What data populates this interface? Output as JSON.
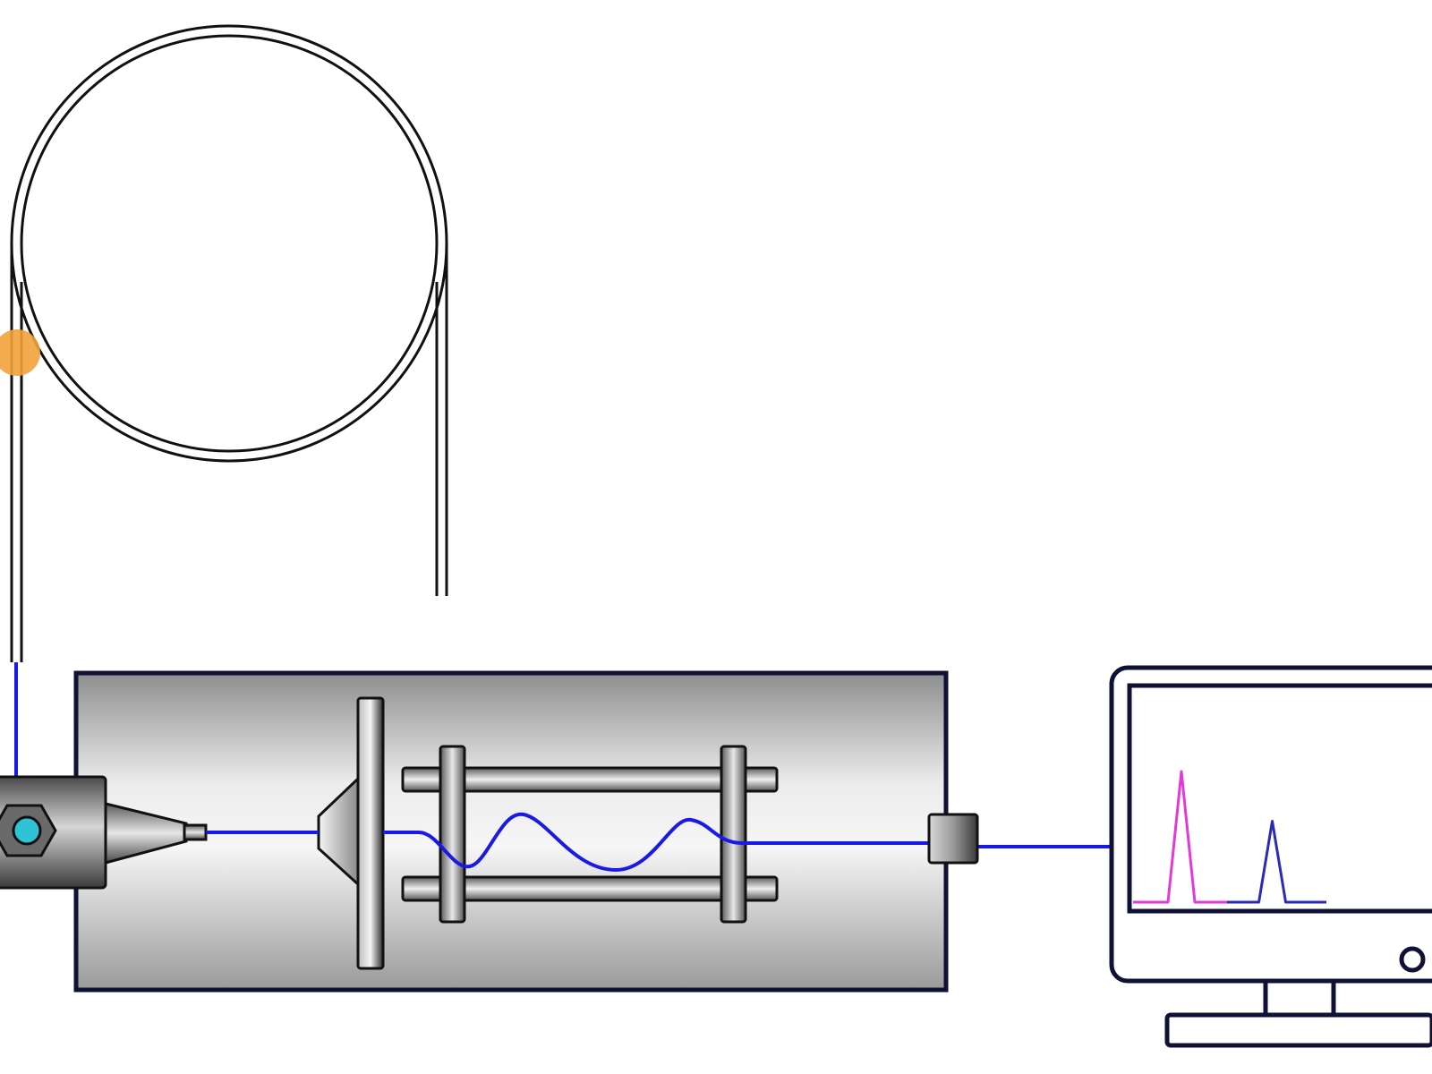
{
  "colors": {
    "background": "#ffffff",
    "outline": "#111111",
    "frame": "#0f1235",
    "flow_path": "#1a1ae6",
    "marker": "#f2a33a",
    "detector_window": "#2ec4d6",
    "housing_light": "#f4f4f4",
    "housing_dark": "#8a8a8a",
    "peak_first": "#e23ad6",
    "peak_second": "#2b2bb8",
    "monitor_screen": "#ffffff"
  },
  "icons": {
    "coil": "column-coil-icon",
    "source": "ion-source-icon",
    "analyzer": "ion-guide-rods-icon",
    "detector": "detector-block-icon",
    "monitor": "monitor-icon"
  },
  "chart_data": {
    "type": "line",
    "title": "",
    "xlabel": "",
    "ylabel": "",
    "axes_printed": false,
    "grid": false,
    "baseline": 0,
    "series": [
      {
        "color": "#e23ad6",
        "peak_position": 0.25,
        "peak_height": 1.0
      },
      {
        "color": "#2b2bb8",
        "peak_position": 0.72,
        "peak_height": 0.62
      }
    ]
  }
}
